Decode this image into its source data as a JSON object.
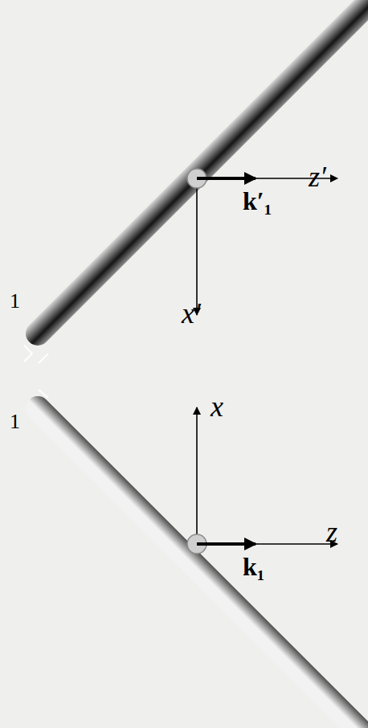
{
  "diagram": {
    "labels": [
      "1",
      "1",
      "k′₁",
      "z′",
      "x′",
      "x",
      "k₁",
      "z"
    ]
  }
}
